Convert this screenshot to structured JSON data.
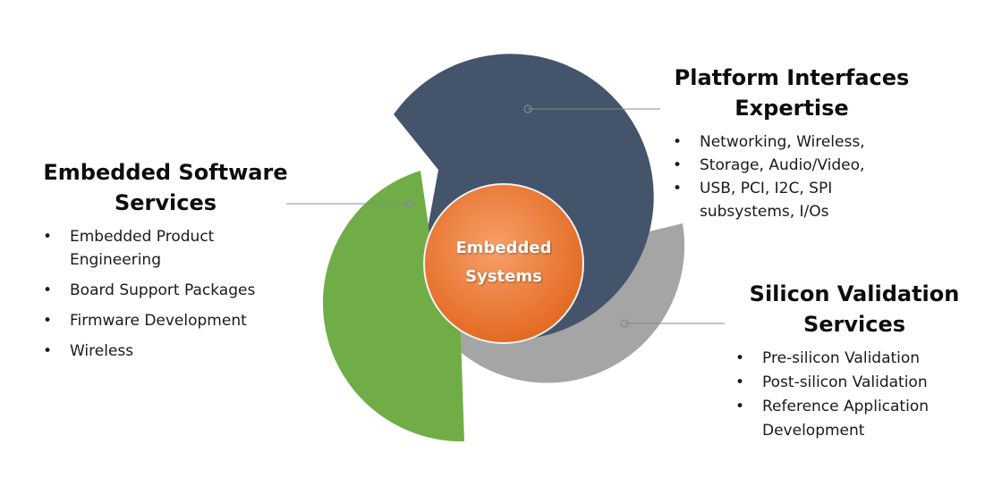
{
  "center": {
    "line1": "Embedded",
    "line2": "Systems"
  },
  "sections": {
    "platform": {
      "title_line1": "Platform Interfaces",
      "title_line2": "Expertise",
      "items": [
        "Networking, Wireless,",
        "Storage, Audio/Video,",
        "USB, PCI, I2C, SPI",
        "subsystems, I/Os"
      ],
      "bullet_rows": [
        0,
        1,
        2
      ]
    },
    "software": {
      "title_line1": "Embedded Software",
      "title_line2": "Services",
      "items": [
        "Embedded Product",
        "Engineering",
        "Board Support Packages",
        "Firmware Development",
        "Wireless"
      ]
    },
    "silicon": {
      "title_line1": "Silicon Validation",
      "title_line2": "Services",
      "items": [
        "Pre-silicon Validation",
        "Post-silicon Validation",
        "Reference Application",
        "Development"
      ]
    }
  },
  "colors": {
    "platform_segment": "#44546a",
    "software_segment": "#70ad47",
    "silicon_segment": "#a5a5a5",
    "hub_light": "#f4955a",
    "hub_dark": "#e56b1f",
    "connector_line": "#7f8c96"
  }
}
